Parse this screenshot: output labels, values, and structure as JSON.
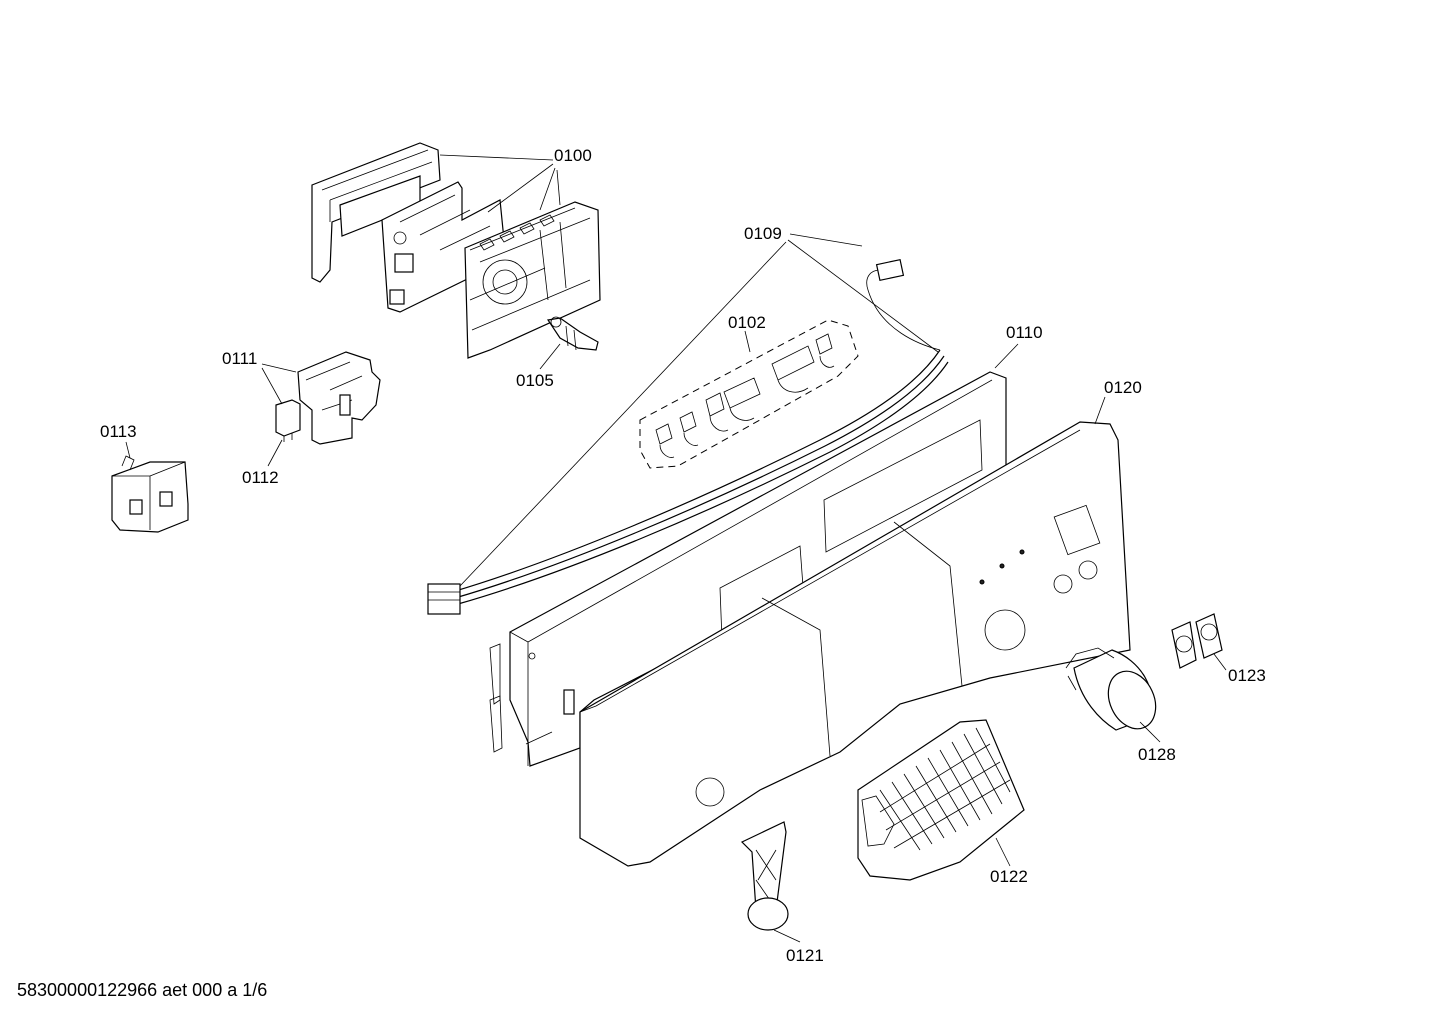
{
  "labels": {
    "p0100": "0100",
    "p0109": "0109",
    "p0102": "0102",
    "p0110": "0110",
    "p0111": "0111",
    "p0105": "0105",
    "p0120": "0120",
    "p0113": "0113",
    "p0112": "0112",
    "p0123": "0123",
    "p0128": "0128",
    "p0122": "0122",
    "p0121": "0121"
  },
  "footer": "58300000122966 aet 000 a 1/6"
}
